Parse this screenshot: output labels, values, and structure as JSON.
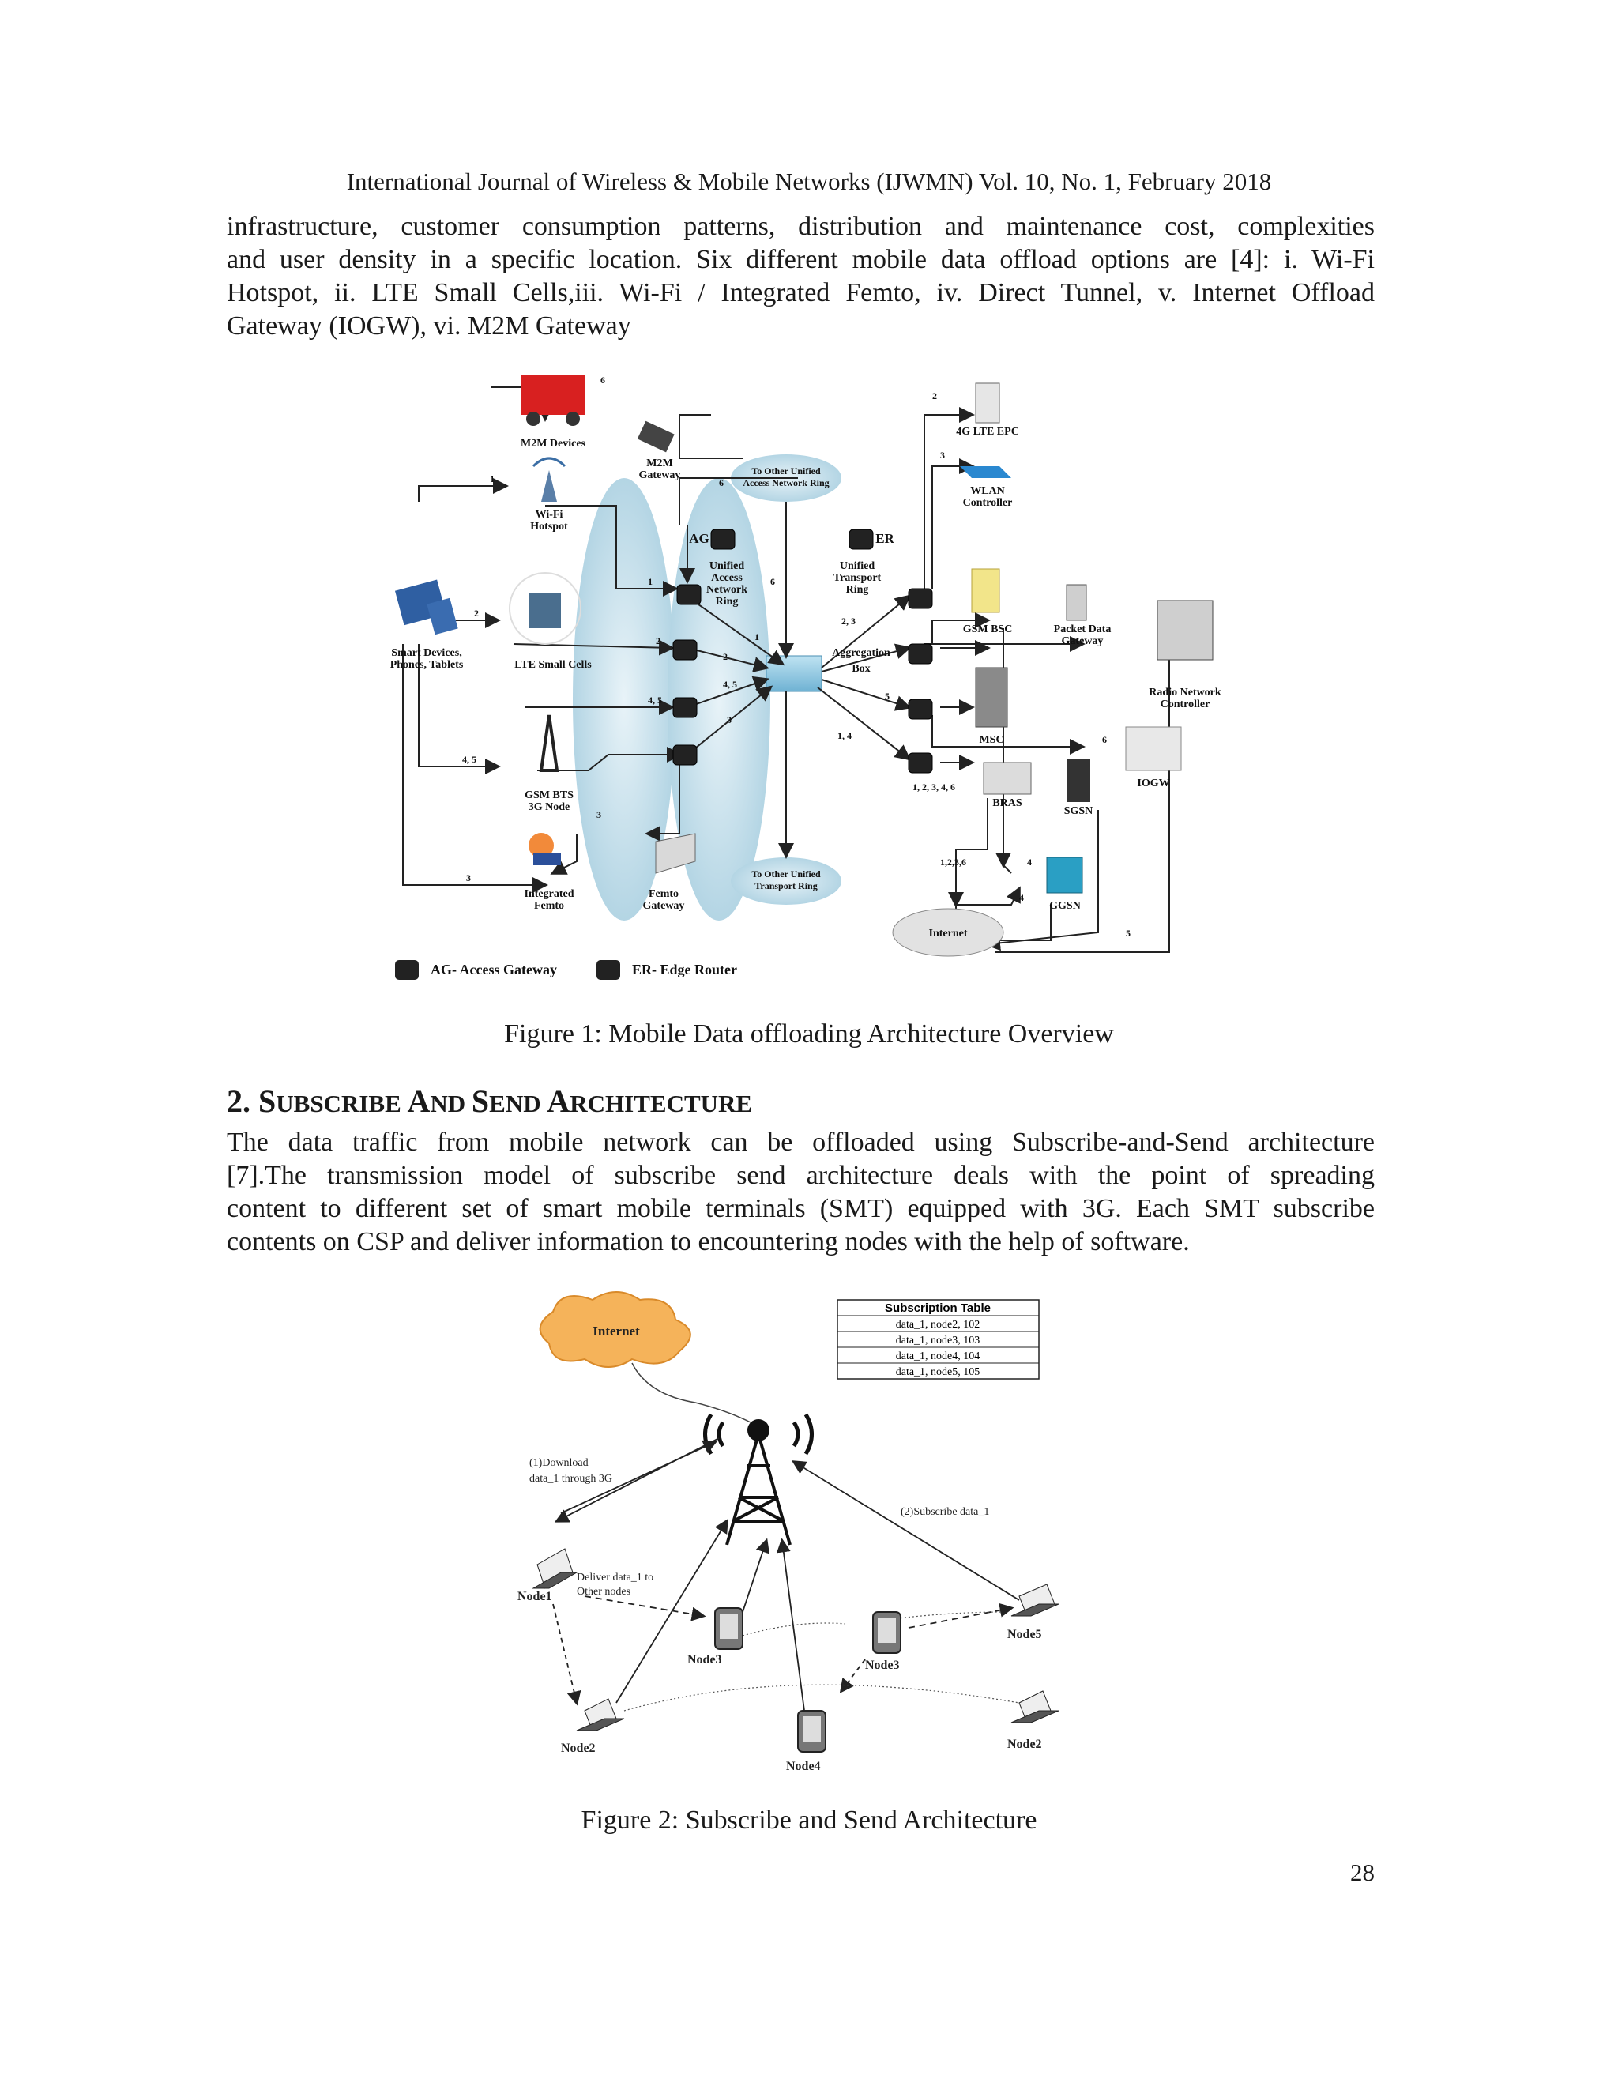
{
  "header": "International Journal of Wireless & Mobile Networks (IJWMN) Vol. 10, No. 1, February 2018",
  "para1_lines": [
    "infrastructure, customer consumption patterns, distribution and maintenance cost, complexities",
    "and user density in a specific location. Six different mobile data offload options are [4]: i. Wi-Fi",
    "Hotspot, ii. LTE Small Cells,iii. Wi-Fi / Integrated Femto, iv. Direct Tunnel, v. Internet Offload",
    "Gateway (IOGW), vi. M2M Gateway"
  ],
  "fig1": {
    "caption": "Figure 1:  Mobile Data offloading Architecture Overview",
    "labels": {
      "m2m_devices": "M2M Devices",
      "m2m_gateway_1": "M2M",
      "m2m_gateway_2": "Gateway",
      "wifi_1": "Wi-Fi",
      "wifi_2": "Hotspot",
      "smart_1": "Smart Devices,",
      "smart_2": "Phones, Tablets",
      "lte": "LTE Small Cells",
      "gsm_1": "GSM BTS",
      "gsm_2": "3G Node",
      "femto_1": "Integrated",
      "femto_2": "Femto",
      "femto_gw_1": "Femto",
      "femto_gw_2": "Gateway",
      "ring_top_1": "To Other Unified",
      "ring_top_2": "Access Network Ring",
      "ring_bottom_1": "To Other Unified",
      "ring_bottom_2": "Transport Ring",
      "ag": "AG",
      "er": "ER",
      "uan_1": "Unified",
      "uan_2": "Access",
      "uan_3": "Network",
      "uan_4": "Ring",
      "utr_1": "Unified",
      "utr_2": "Transport",
      "utr_3": "Ring",
      "agg_1": "Aggregation",
      "agg_2": "Box",
      "epc": "4G LTE EPC",
      "wlan_1": "WLAN",
      "wlan_2": "Controller",
      "gsm_bsc": "GSM BSC",
      "pdg_1": "Packet Data",
      "pdg_2": "Gateway",
      "rnc_1": "Radio Network",
      "rnc_2": "Controller",
      "msc": "MSC",
      "bras": "BRAS",
      "sgsn": "SGSN",
      "iogw": "IOGW",
      "ggsn": "GGSN",
      "internet": "Internet",
      "legend_ag": "AG- Access Gateway",
      "legend_er": "ER- Edge Router"
    },
    "numbers": {
      "n6a": "6",
      "n1a": "1",
      "n6b": "6",
      "n1b": "1",
      "n2a": "2",
      "n2b": "2",
      "n2c": "2",
      "n45a": "4, 5",
      "n45b": "4, 5",
      "n45c": "4, 5",
      "n3a": "3",
      "n3b": "3",
      "n3c": "3",
      "n6c": "6",
      "n1c": "1",
      "n2d": "2",
      "n3d": "3",
      "n23": "2, 3",
      "n5a": "5",
      "n14": "1, 4",
      "n1236": "1, 2, 3, 4, 6",
      "n6d": "6",
      "n1236b": "1,2,3,6",
      "n4a": "4",
      "n4b": "4",
      "n5b": "5"
    }
  },
  "section": {
    "number": "2.",
    "title_parts": [
      "S",
      "UBSCRIBE ",
      "A",
      "ND ",
      "S",
      "END ",
      "A",
      "RCHITECTURE"
    ]
  },
  "para2_lines": [
    "The data traffic from mobile network can be offloaded using  Subscribe-and-Send architecture",
    "[7].The transmission model of subscribe send architecture deals with the point of spreading",
    "content to different set of smart mobile terminals (SMT) equipped with 3G. Each SMT subscribe",
    "contents on CSP and deliver information to encountering nodes with the help of software."
  ],
  "fig2": {
    "caption": "Figure 2: Subscribe and Send Architecture",
    "internet": "Internet",
    "table_title": "Subscription Table",
    "table_rows": [
      "data_1, node2, 102",
      "data_1, node3, 103",
      "data_1, node4, 104",
      "data_1, node5, 105"
    ],
    "download_1": "(1)Download",
    "download_2": "data_1 through 3G",
    "subscribe": "(2)Subscribe data_1",
    "deliver_1": "Deliver data_1  to",
    "deliver_2": "Other nodes",
    "node1": "Node1",
    "node3a": "Node3",
    "node3b": "Node3",
    "node5": "Node5",
    "node2a": "Node2",
    "node4": "Node4",
    "node2b": "Node2"
  },
  "page_number": "28"
}
